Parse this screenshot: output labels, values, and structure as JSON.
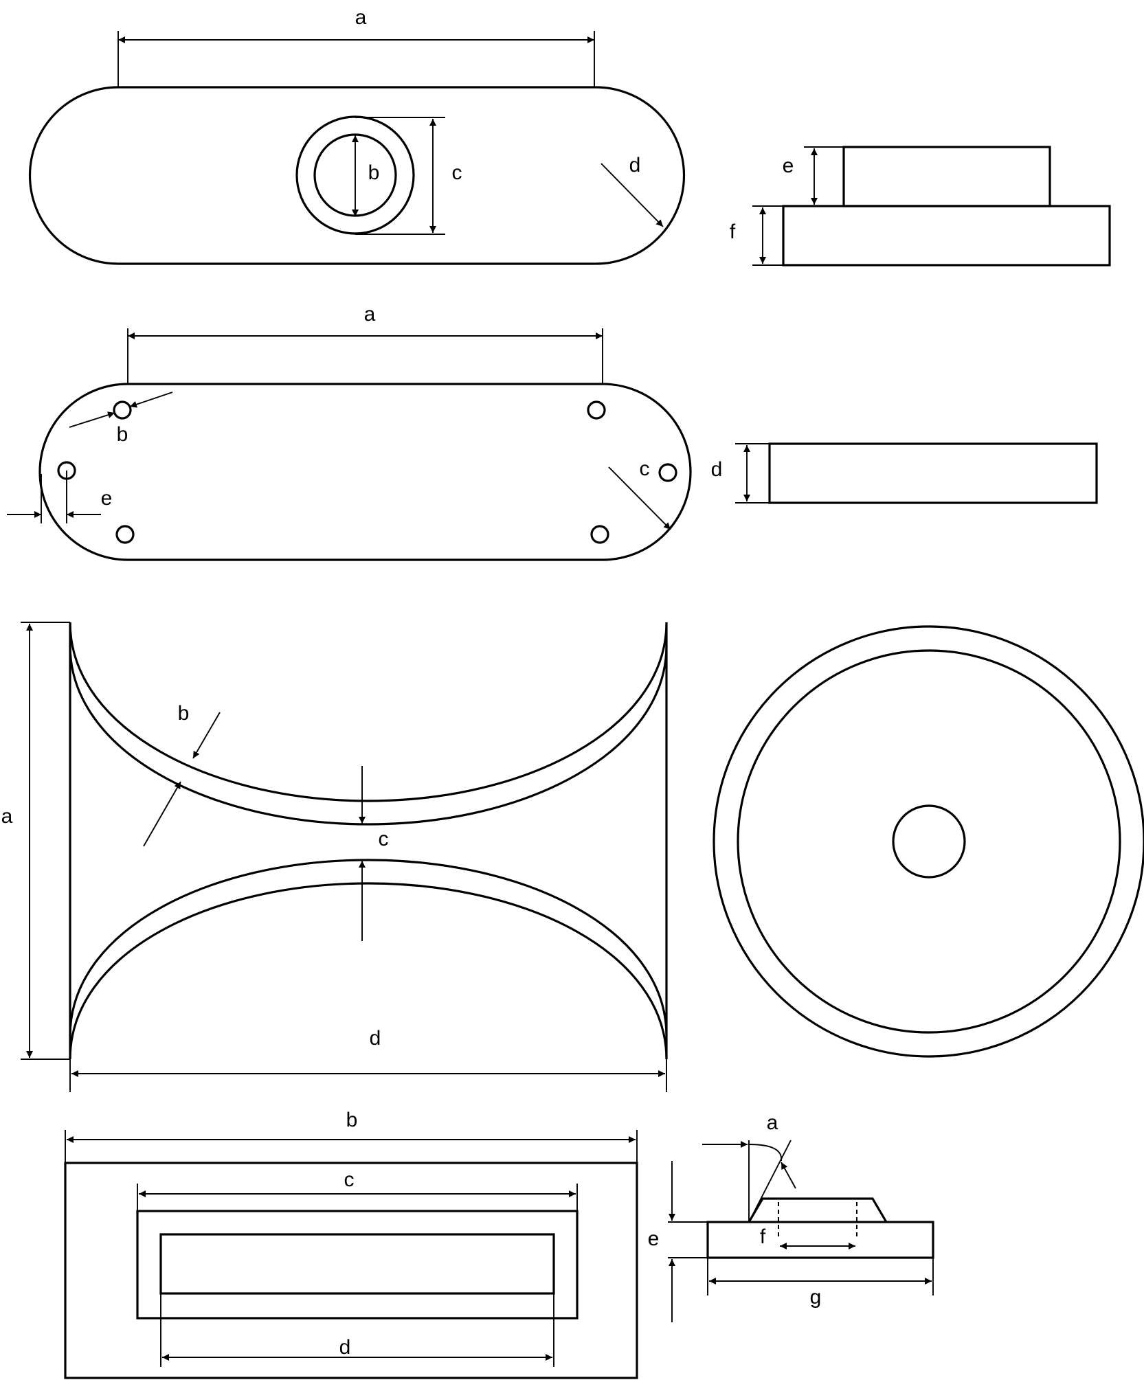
{
  "figure1": {
    "top": {
      "a": "a",
      "b": "b",
      "c": "c",
      "d": "d"
    },
    "side": {
      "e": "e",
      "f": "f"
    }
  },
  "figure2": {
    "top": {
      "a": "a",
      "b": "b",
      "c": "c",
      "e": "e"
    },
    "side": {
      "d": "d"
    }
  },
  "figure3": {
    "front": {
      "a": "a",
      "b": "b",
      "c": "c",
      "d": "d"
    }
  },
  "figure4": {
    "front": {
      "b": "b",
      "c": "c",
      "d": "d"
    },
    "side": {
      "a": "a",
      "e": "e",
      "f": "f",
      "g": "g"
    }
  },
  "colors": {
    "stroke": "#000000",
    "background": "#ffffff"
  }
}
